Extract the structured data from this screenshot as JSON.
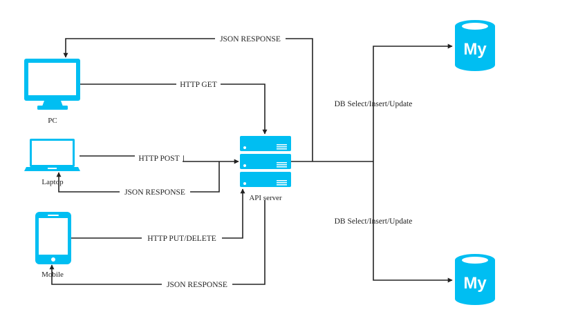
{
  "colors": {
    "accent": "#00BEF2",
    "line": "#222222",
    "background": "#FFFFFF"
  },
  "nodes": {
    "pc": {
      "label": "PC",
      "icon": "desktop-monitor-icon"
    },
    "laptop": {
      "label": "Laptop",
      "icon": "laptop-icon"
    },
    "mobile": {
      "label": "Mobile",
      "icon": "smartphone-icon"
    },
    "api_server": {
      "label": "API server",
      "icon": "server-rack-icon"
    },
    "mysql_top": {
      "logo_text": "My",
      "icon": "mysql-database-icon"
    },
    "mysql_bottom": {
      "logo_text": "My",
      "icon": "mysql-database-icon"
    }
  },
  "edges": {
    "pc_request": "HTTP GET",
    "pc_response": "JSON RESPONSE",
    "laptop_request": "HTTP POST",
    "laptop_response": "JSON RESPONSE",
    "mobile_request": "HTTP PUT/DELETE",
    "mobile_response": "JSON RESPONSE",
    "db_top": "DB Select/Insert/Update",
    "db_bottom": "DB Select/Insert/Update"
  }
}
